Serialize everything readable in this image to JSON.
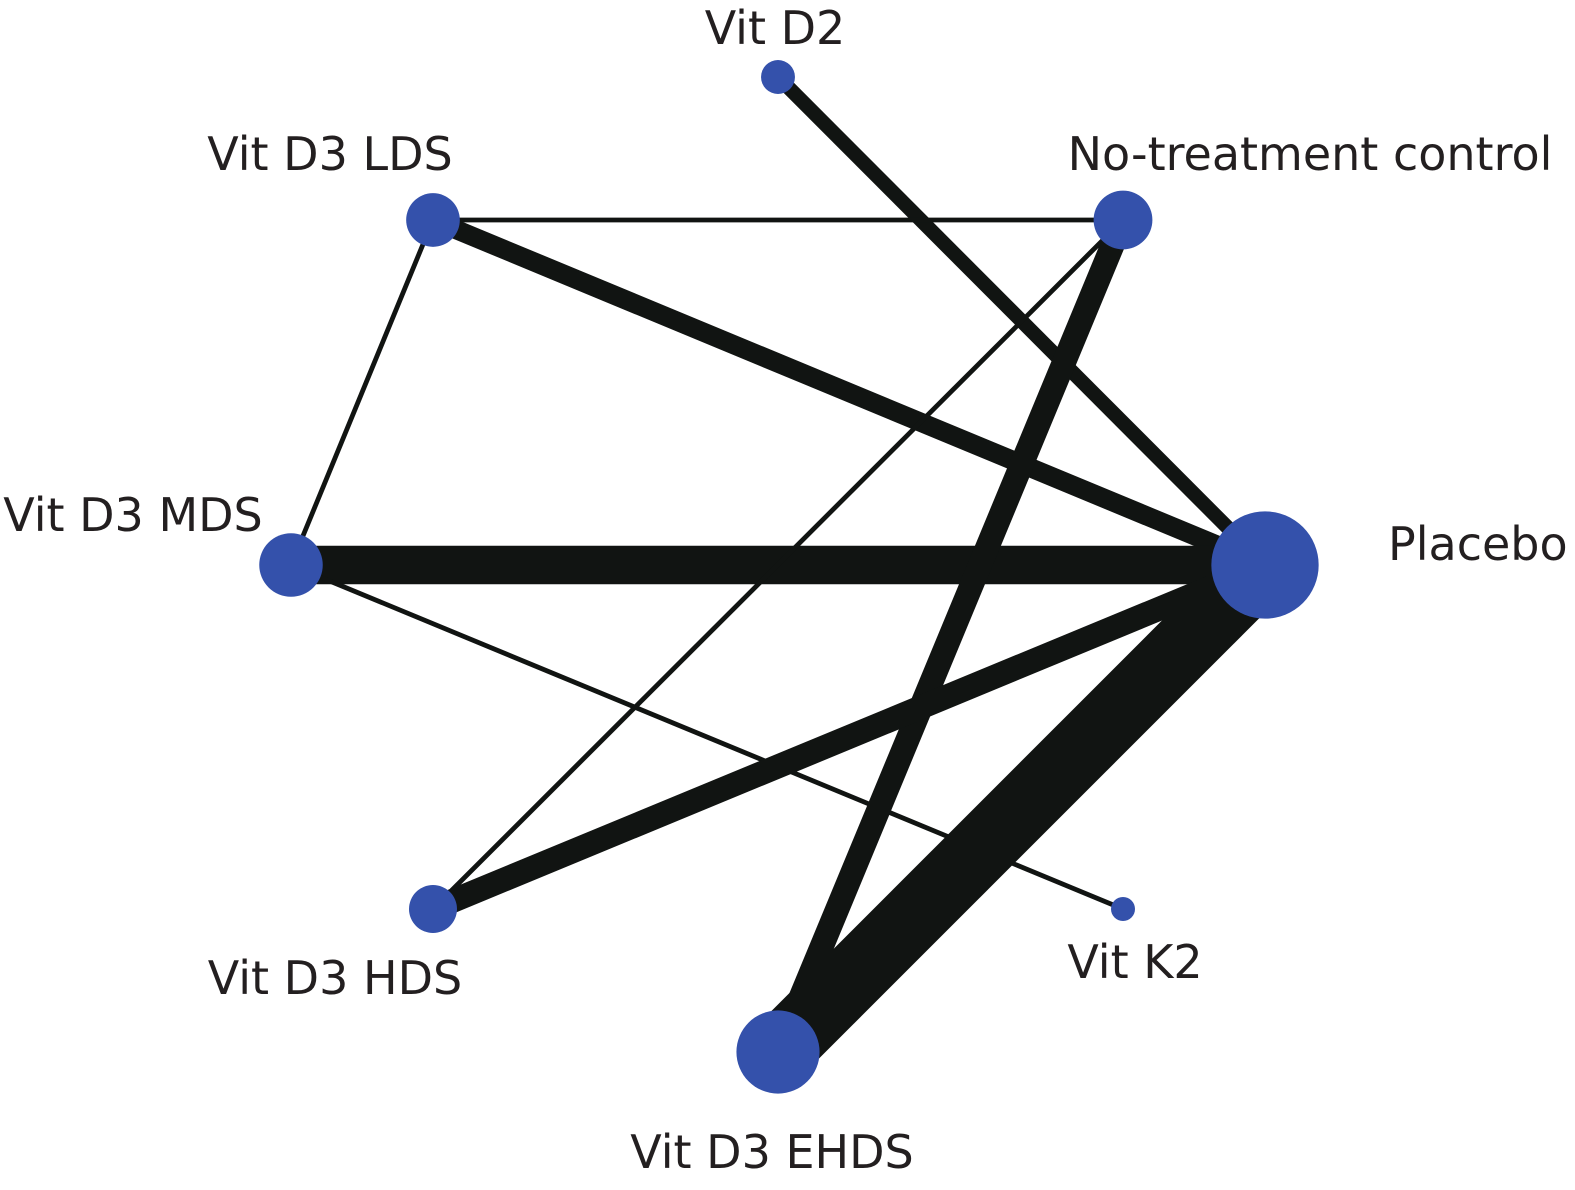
{
  "colors": {
    "node": "#3451ab",
    "edge": "#111412",
    "label": "#231f20"
  },
  "nodes": [
    {
      "id": "vit-d2",
      "label": "Vit D2",
      "size": 1
    },
    {
      "id": "no-treatment-control",
      "label": "No-treatment control",
      "size": 3
    },
    {
      "id": "placebo",
      "label": "Placebo",
      "size": 10
    },
    {
      "id": "vit-k2",
      "label": "Vit K2",
      "size": 0.5
    },
    {
      "id": "vit-d3-ehds",
      "label": "Vit D3 EHDS",
      "size": 6
    },
    {
      "id": "vit-d3-hds",
      "label": "Vit D3 HDS",
      "size": 2
    },
    {
      "id": "vit-d3-mds",
      "label": "Vit D3 MDS",
      "size": 3.5
    },
    {
      "id": "vit-d3-lds",
      "label": "Vit D3 LDS",
      "size": 2.5
    }
  ],
  "edges": [
    {
      "source": "vit-d2",
      "target": "placebo",
      "weight": 3
    },
    {
      "source": "vit-d3-lds",
      "target": "no-treatment-control",
      "weight": 1
    },
    {
      "source": "vit-d3-lds",
      "target": "placebo",
      "weight": 4
    },
    {
      "source": "vit-d3-lds",
      "target": "vit-d3-mds",
      "weight": 1
    },
    {
      "source": "vit-d3-mds",
      "target": "placebo",
      "weight": 8
    },
    {
      "source": "vit-d3-mds",
      "target": "vit-k2",
      "weight": 1
    },
    {
      "source": "no-treatment-control",
      "target": "vit-d3-hds",
      "weight": 1
    },
    {
      "source": "no-treatment-control",
      "target": "vit-d3-ehds",
      "weight": 5
    },
    {
      "source": "vit-d3-hds",
      "target": "placebo",
      "weight": 5
    },
    {
      "source": "vit-d3-ehds",
      "target": "placebo",
      "weight": 14
    }
  ]
}
